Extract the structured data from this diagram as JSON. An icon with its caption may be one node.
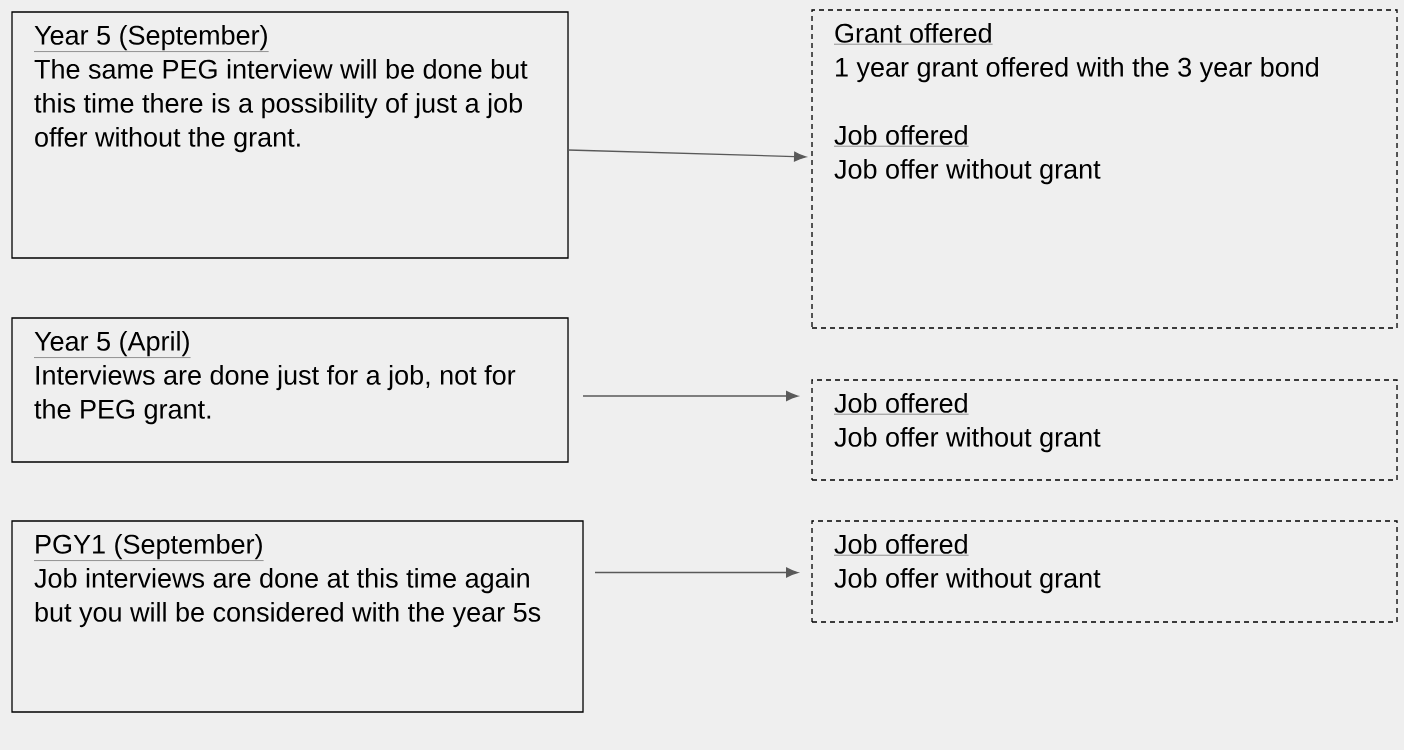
{
  "diagram": {
    "nodes": [
      {
        "text": [
          "Year 5 (September)",
          "The same PEG interview will be done but this time there is a possibility of just a job offer without the grant."
        ]
      },
      {
        "text": [
          "Grant offered",
          "1 year grant offered with the 3 year bond",
          "Job offered",
          "Job offer without grant"
        ]
      },
      {
        "text": [
          "Year 5 (April)",
          "Interviews are done just for a job, not for the PEG grant."
        ]
      },
      {
        "text": [
          "Job offered",
          "Job offer without grant"
        ]
      },
      {
        "text": [
          "PGY1 (September)",
          "Job interviews are done at this time again but you will be considered with the year 5s"
        ]
      },
      {
        "text": [
          "Job offered",
          "Job offer without grant"
        ]
      }
    ],
    "edges": [
      {
        "from": 0,
        "to": 1,
        "arrow": "to"
      },
      {
        "from": 2,
        "to": 3,
        "arrow": "to"
      },
      {
        "from": 4,
        "to": 5,
        "arrow": "to"
      }
    ]
  }
}
